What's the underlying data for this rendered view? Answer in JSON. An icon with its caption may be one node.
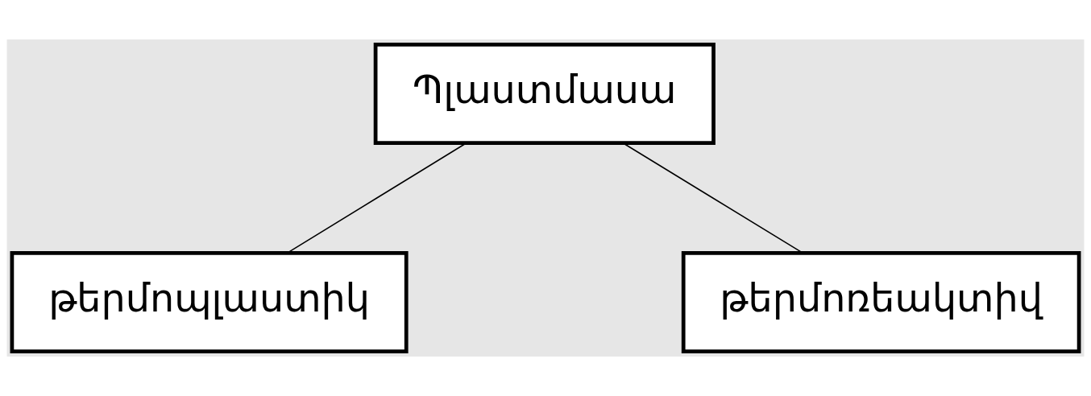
{
  "diagram": {
    "nodes": [
      {
        "text": [
          "Պլաստմասա"
        ]
      },
      {
        "text": [
          "թերմոպլաստիկ"
        ]
      },
      {
        "text": [
          "թերմոռեակտիվ"
        ]
      }
    ],
    "edges": [
      {
        "from": 0,
        "to": 1,
        "arrow": "none"
      },
      {
        "from": 0,
        "to": 2,
        "arrow": "none"
      }
    ]
  }
}
